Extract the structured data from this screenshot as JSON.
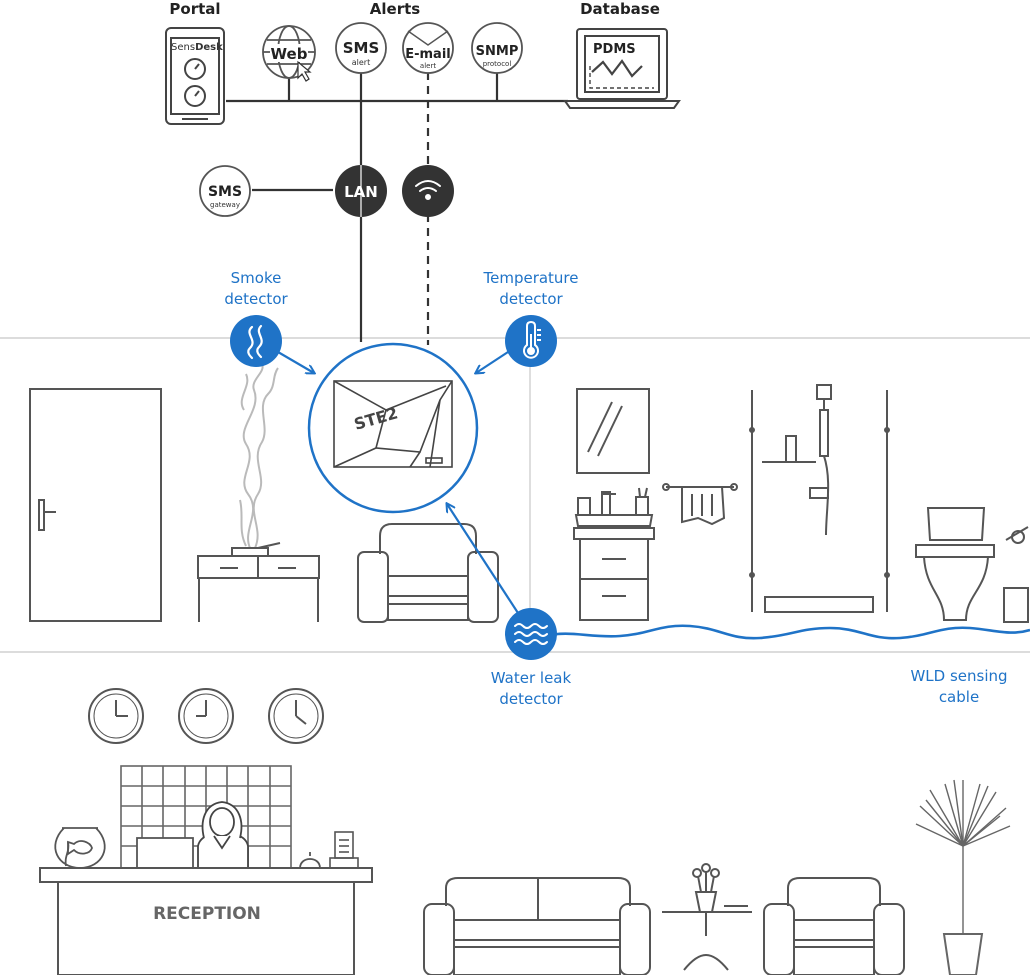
{
  "headers": {
    "portal": "Portal",
    "alerts": "Alerts",
    "database": "Database"
  },
  "device_texts": {
    "tablet_brand_a": "Sens",
    "tablet_brand_b": "Desk",
    "web": "Web",
    "sms": "SMS",
    "sms_sub": "alert",
    "email": "E-mail",
    "email_sub": "alert",
    "snmp": "SNMP",
    "snmp_sub": "protocol",
    "gateway": "SMS",
    "gateway_sub": "gateway",
    "lan": "LAN",
    "pdms": "PDMS",
    "ste2": "STE2",
    "reception": "RECEPTION"
  },
  "labels": {
    "smoke_line1": "Smoke",
    "smoke_line2": "detector",
    "temp_line1": "Temperature",
    "temp_line2": "detector",
    "water_line1": "Water leak",
    "water_line2": "detector",
    "wld_line1": "WLD sensing",
    "wld_line2": "cable"
  },
  "colors": {
    "accent": "#1f73c7",
    "line": "#888888",
    "dark": "#333333"
  },
  "icons": [
    "smoke-icon",
    "thermometer-icon",
    "water-waves-icon",
    "wifi-icon",
    "globe-icon",
    "envelope-icon",
    "tablet-icon",
    "laptop-icon"
  ]
}
